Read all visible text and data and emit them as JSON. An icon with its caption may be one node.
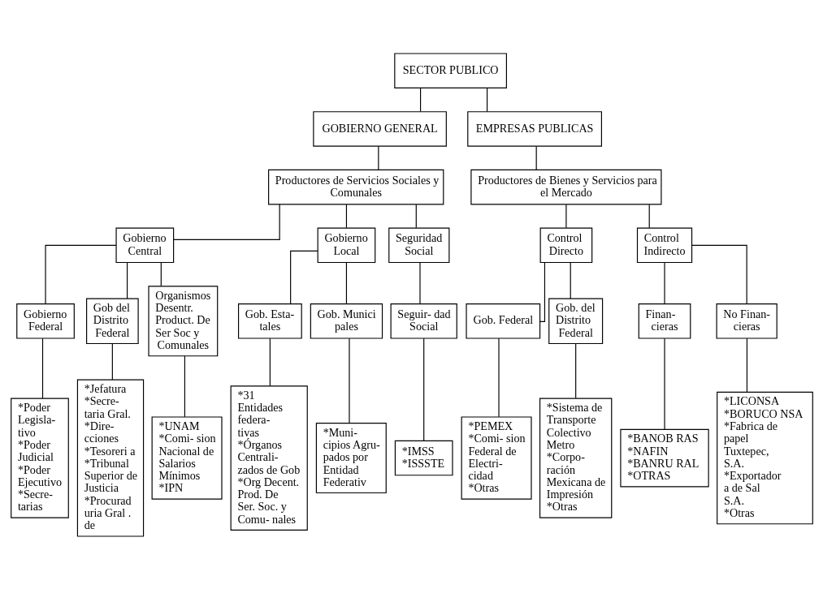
{
  "diagram": {
    "nodes": [
      {
        "text": [
          "SECTOR PUBLICO"
        ]
      },
      {
        "text": [
          "GOBIERNO GENERAL"
        ]
      },
      {
        "text": [
          "EMPRESAS PUBLICAS"
        ]
      },
      {
        "text": [
          "Productores de Servicios Sociales y Comunales"
        ]
      },
      {
        "text": [
          "Productores de Bienes y Servicios para el Mercado"
        ]
      },
      {
        "text": [
          "Gobierno Central"
        ]
      },
      {
        "text": [
          "Gobierno Local"
        ]
      },
      {
        "text": [
          "Seguridad Social"
        ]
      },
      {
        "text": [
          "Control Directo"
        ]
      },
      {
        "text": [
          "Control Indirecto"
        ]
      },
      {
        "text": [
          "Gobierno Federal"
        ]
      },
      {
        "text": [
          "Gob del Distrito Federal"
        ]
      },
      {
        "text": [
          "Organismos Desentr. Product. De Ser Soc y Comunales"
        ]
      },
      {
        "text": [
          "Gob. Esta- tales"
        ]
      },
      {
        "text": [
          "Gob. Munici pales"
        ]
      },
      {
        "text": [
          "Seguir- dad Social"
        ]
      },
      {
        "text": [
          "Gob. Federal"
        ]
      },
      {
        "text": [
          "Gob. del Distrito Federal"
        ]
      },
      {
        "text": [
          "Finan- cieras"
        ]
      },
      {
        "text": [
          "No Finan- cieras"
        ]
      },
      {
        "text": [
          "*Poder Legisla- tivo",
          "*Poder Judicial",
          "*Poder Ejecutivo",
          "*Secre- tarias"
        ]
      },
      {
        "text": [
          "*Jefatura",
          "*Secre- taria Gral.",
          "*Dire- cciones",
          "*Tesoreri a",
          "*Tribunal Superior de Justicia",
          "*Procurad uria Gral . de"
        ]
      },
      {
        "text": [
          "*UNAM",
          "*Comi- sion Nacional de Salarios Mínimos",
          "*IPN"
        ]
      },
      {
        "text": [
          "*31 Entidades federa- tivas",
          "*Órganos Centrali- zados de Gob",
          "*Org Decent. Prod. De Ser. Soc. y Comu- nales"
        ]
      },
      {
        "text": [
          "*Muni- cipios Agru- pados por Entidad Federativ"
        ]
      },
      {
        "text": [
          "*IMSS",
          "*ISSSTE"
        ]
      },
      {
        "text": [
          "*PEMEX",
          "*Comi- sion Federal de Electri- cidad",
          "*Otras"
        ]
      },
      {
        "text": [
          "*Sistema de Transporte Colectivo Metro",
          "*Corpo- ración Mexicana de Impresión",
          "*Otras"
        ]
      },
      {
        "text": [
          "*BANOB RAS",
          "*NAFIN",
          "*BANRU RAL",
          "*OTRAS"
        ]
      },
      {
        "text": [
          "*LICONSA",
          "*BORUCO NSA",
          "*Fabrica de papel Tuxtepec, S.A.",
          "*Exportador a de Sal S.A.",
          "*Otras"
        ]
      }
    ],
    "edges": [
      {
        "from": 0,
        "to": 1,
        "arrow": "none"
      },
      {
        "from": 0,
        "to": 2,
        "arrow": "none"
      },
      {
        "from": 1,
        "to": 3,
        "arrow": "none"
      },
      {
        "from": 2,
        "to": 4,
        "arrow": "none"
      },
      {
        "from": 3,
        "to": 5,
        "arrow": "none"
      },
      {
        "from": 3,
        "to": 6,
        "arrow": "none"
      },
      {
        "from": 3,
        "to": 7,
        "arrow": "none"
      },
      {
        "from": 4,
        "to": 8,
        "arrow": "none"
      },
      {
        "from": 4,
        "to": 9,
        "arrow": "none"
      },
      {
        "from": 5,
        "to": 10,
        "arrow": "none"
      },
      {
        "from": 5,
        "to": 11,
        "arrow": "none"
      },
      {
        "from": 5,
        "to": 12,
        "arrow": "none"
      },
      {
        "from": 6,
        "to": 13,
        "arrow": "none"
      },
      {
        "from": 6,
        "to": 14,
        "arrow": "none"
      },
      {
        "from": 7,
        "to": 15,
        "arrow": "none"
      },
      {
        "from": 8,
        "to": 16,
        "arrow": "none"
      },
      {
        "from": 8,
        "to": 17,
        "arrow": "none"
      },
      {
        "from": 9,
        "to": 18,
        "arrow": "none"
      },
      {
        "from": 9,
        "to": 19,
        "arrow": "none"
      },
      {
        "from": 10,
        "to": 20,
        "arrow": "none"
      },
      {
        "from": 11,
        "to": 21,
        "arrow": "none"
      },
      {
        "from": 12,
        "to": 22,
        "arrow": "none"
      },
      {
        "from": 13,
        "to": 23,
        "arrow": "none"
      },
      {
        "from": 14,
        "to": 24,
        "arrow": "none"
      },
      {
        "from": 15,
        "to": 25,
        "arrow": "none"
      },
      {
        "from": 16,
        "to": 26,
        "arrow": "none"
      },
      {
        "from": 17,
        "to": 27,
        "arrow": "none"
      },
      {
        "from": 18,
        "to": 28,
        "arrow": "none"
      },
      {
        "from": 19,
        "to": 29,
        "arrow": "none"
      }
    ]
  }
}
